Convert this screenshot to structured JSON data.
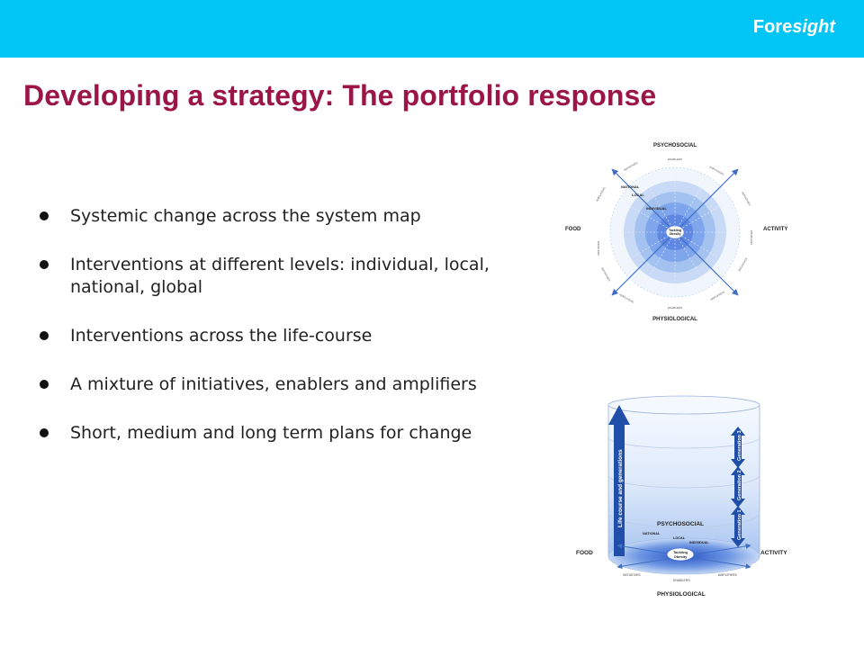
{
  "header": {
    "brand_prefix": "Fore",
    "brand_suffix": "sight"
  },
  "title": "Developing a strategy: The portfolio response",
  "bullets": [
    "Systemic change across the system map",
    "Interventions at different levels: individual, local, national, global",
    "Interventions across the life-course",
    "A mixture of initiatives, enablers and amplifiers",
    "Short, medium and long term plans for change"
  ],
  "system_map": {
    "top": "PSYCHOSOCIAL",
    "bottom": "PHYSIOLOGICAL",
    "left": "FOOD",
    "right": "ACTIVITY",
    "levels": [
      "NATIONAL",
      "LOCAL",
      "INDIVIDUAL"
    ],
    "center": [
      "Tackling",
      "Obesity"
    ],
    "ring_labels": {
      "top": "ENABLERS",
      "bottom": "ENABLERS",
      "upper_left": "INITIATIVES",
      "upper_right": "AMPLIFIERS",
      "left_upper": "AMPLIFIERS",
      "right_upper": "INITIATIVES",
      "left_lower": "ENABLERS",
      "right_lower": "ENABLERS",
      "lower_left": "INITIATIVES",
      "lower_right": "INITIATIVES",
      "bottom_left": "AMPLIFIERS",
      "bottom_right": "AMPLIFIERS"
    }
  },
  "cylinder": {
    "axis_label": "Life course and generations",
    "generations": [
      "Generation 1",
      "Generation 2",
      "Generation 3"
    ],
    "top": "PSYCHOSOCIAL",
    "bottom": "PHYSIOLOGICAL",
    "left": "FOOD",
    "right": "ACTIVITY",
    "levels": [
      "NATIONAL",
      "LOCAL",
      "INDIVIDUAL"
    ],
    "center": [
      "Tackling",
      "Obesity"
    ],
    "rim_labels": [
      "INITIATIVES",
      "ENABLERS",
      "AMPLIFIERS"
    ]
  },
  "colors": {
    "header": "#00c5f5",
    "title": "#9b1547",
    "arrow": "#3f6fc4",
    "dark_arrow": "#1f3f86"
  }
}
